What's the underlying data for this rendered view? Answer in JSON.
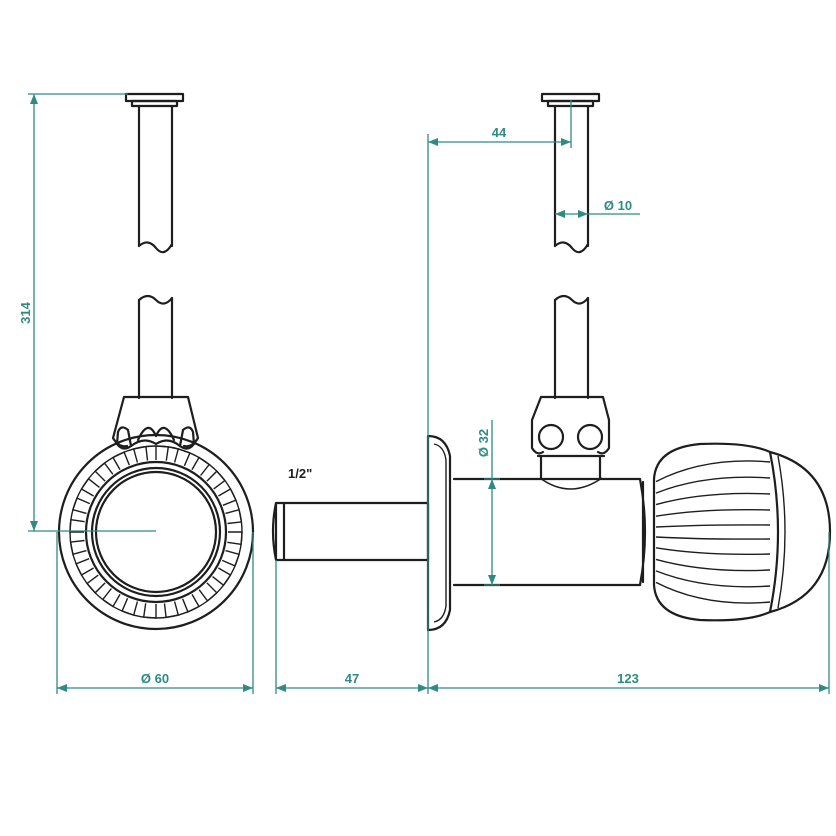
{
  "colors": {
    "line": "#1e1e1e",
    "dimension": "#2f8a85",
    "background": "#ffffff"
  },
  "dimensions": {
    "overall_height": "314",
    "knob_diameter": "Ø 60",
    "thread_length": "47",
    "body_length": "123",
    "pipe_offset": "44",
    "pipe_diameter": "Ø 10",
    "body_diameter": "Ø 32"
  },
  "labels": {
    "thread_size": "1/2\""
  }
}
